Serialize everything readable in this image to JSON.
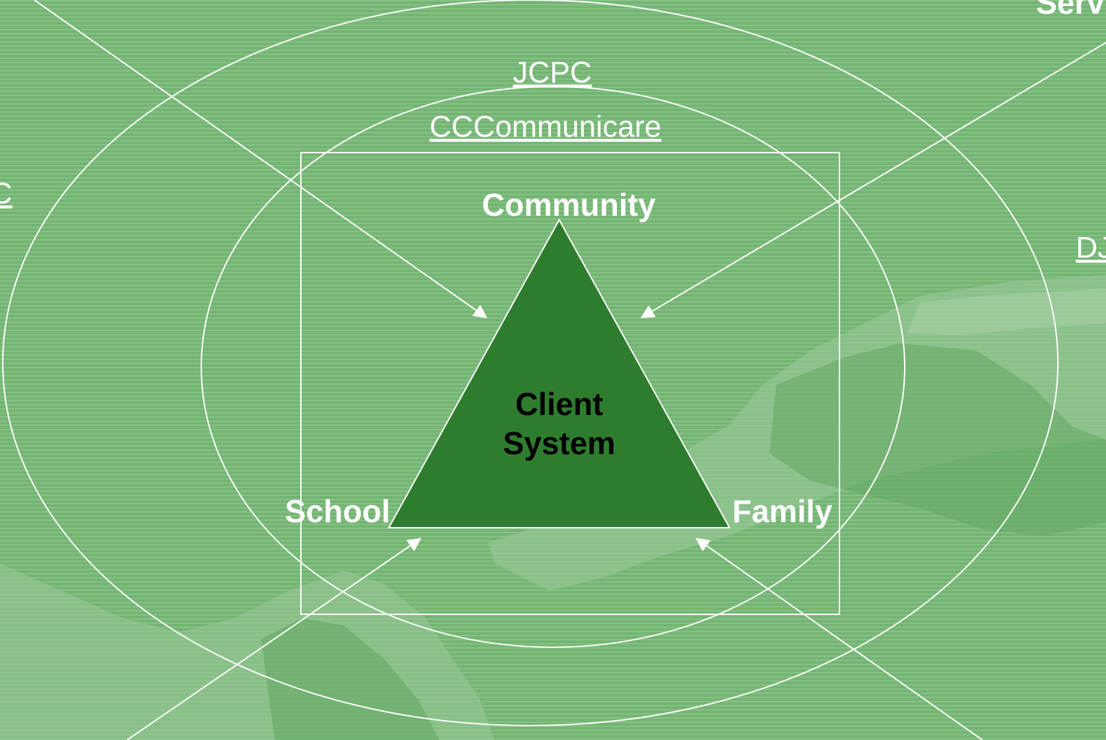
{
  "colors": {
    "background": "#74b573",
    "stripe": "#86c185",
    "triangle_fill": "#2e7d2e",
    "outline": "#ffffff",
    "hand_light": "#9cc99b",
    "hand_dark": "#62a862"
  },
  "labels": {
    "outer_ring_link": "JCPC",
    "inner_ring_link": "CCCommunicare",
    "left_edge_partial": "C",
    "right_edge_partial": "DJ",
    "top_right_partial": "Serv",
    "vertex_top": "Community",
    "vertex_left": "School",
    "vertex_right": "Family",
    "center_line1": "Client",
    "center_line2": "System"
  }
}
